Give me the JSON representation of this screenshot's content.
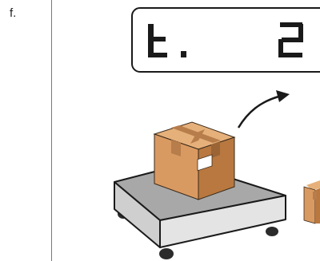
{
  "step": {
    "label": "f."
  },
  "display": {
    "left_text": "t.",
    "right_text": "2"
  },
  "colors": {
    "divider": "#5a7fa8",
    "box_front": "#d99a63",
    "box_side": "#b5763f",
    "box_top": "#e8b17c",
    "tape": "#b07a48",
    "scale_top": "#a9a9a9",
    "scale_side": "#d9d9d9",
    "scale_feet": "#2b2b2b"
  },
  "icons": {
    "arrow": "curved-arrow-icon"
  }
}
